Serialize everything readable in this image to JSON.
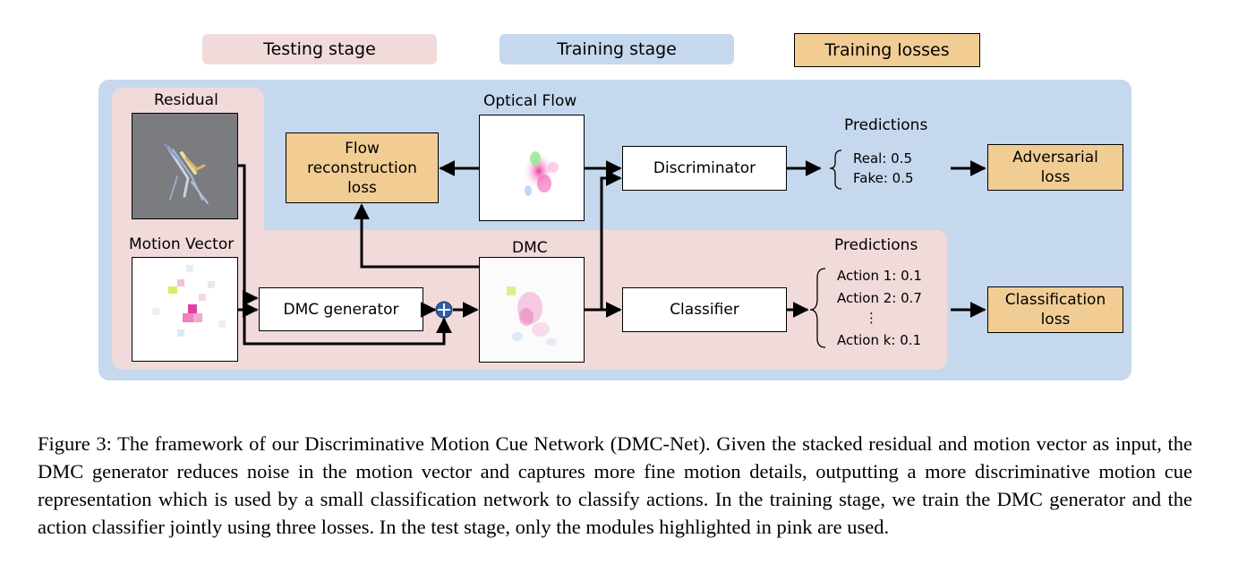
{
  "legend": {
    "testing": "Testing stage",
    "training": "Training stage",
    "losses": "Training losses"
  },
  "colors": {
    "testing_region": "#f1dada",
    "training_region": "#c5d8ee",
    "loss_box": "#f1cd94"
  },
  "panels": {
    "residual": "Residual",
    "motion_vector": "Motion Vector",
    "optical_flow": "Optical Flow",
    "dmc": "DMC"
  },
  "modules": {
    "flow_reconstruction": [
      "Flow",
      "reconstruction",
      "loss"
    ],
    "discriminator": "Discriminator",
    "dmc_generator": "DMC generator",
    "classifier": "Classifier",
    "adversarial_loss": [
      "Adversarial",
      "loss"
    ],
    "classification_loss": [
      "Classification",
      "loss"
    ],
    "plus_symbol": "⊕"
  },
  "predictions_top": {
    "title": "Predictions",
    "items": [
      "Real: 0.5",
      "Fake: 0.5"
    ]
  },
  "predictions_bottom": {
    "title": "Predictions",
    "items": [
      "Action 1: 0.1",
      "Action 2: 0.7",
      "⋮",
      "Action k: 0.1"
    ]
  },
  "caption": "Figure 3: The framework of our Discriminative Motion Cue Network (DMC-Net). Given the stacked residual and motion vector as input, the DMC generator reduces noise in the motion vector and captures more fine motion details, outputting a more discriminative motion cue representation which is used by a small classification network to classify actions. In the training stage, we train the DMC generator and the action classifier jointly using three losses. In the test stage, only the modules highlighted in pink are used."
}
